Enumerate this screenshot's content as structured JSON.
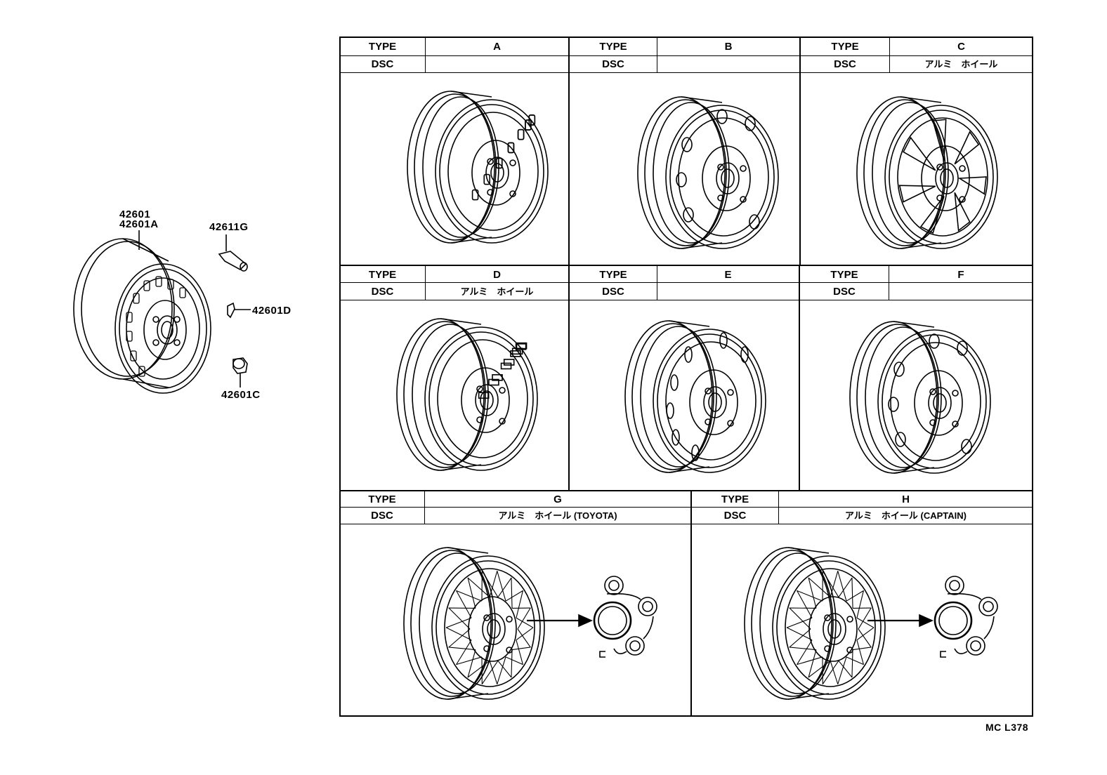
{
  "parts": {
    "wheel_part_no": "42601",
    "wheel_part_no_alt": "42601A",
    "valve_part_no": "42611G",
    "weight_part_no": "42601D",
    "nut_part_no": "42601C"
  },
  "table": {
    "type_label": "TYPE",
    "dsc_label": "DSC",
    "types": [
      {
        "type": "A",
        "dsc": ""
      },
      {
        "type": "B",
        "dsc": ""
      },
      {
        "type": "C",
        "dsc": "アルミ　ホイール"
      },
      {
        "type": "D",
        "dsc": "アルミ　ホイール"
      },
      {
        "type": "E",
        "dsc": ""
      },
      {
        "type": "F",
        "dsc": ""
      },
      {
        "type": "G",
        "dsc": "アルミ　ホイール (TOYOTA)"
      },
      {
        "type": "H",
        "dsc": "アルミ　ホイール (CAPTAIN)"
      }
    ]
  },
  "reference_code": "MC L378"
}
